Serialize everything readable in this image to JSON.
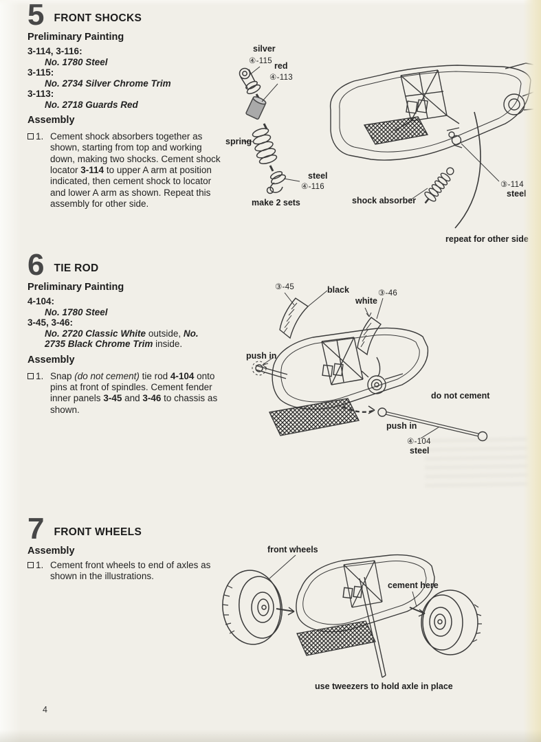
{
  "page_number": "4",
  "steps": {
    "s5": {
      "num": "5",
      "title": "FRONT SHOCKS",
      "painting_heading": "Preliminary Painting",
      "paint": [
        {
          "parts": "3-114, 3-116:",
          "color": "No. 1780 Steel"
        },
        {
          "parts": "3-115:",
          "color": "No. 2734 Silver Chrome Trim"
        },
        {
          "parts": "3-113:",
          "color": "No. 2718 Guards Red"
        }
      ],
      "assembly_heading": "Assembly",
      "assembly": {
        "marker": "1.",
        "segments": [
          {
            "t": "Cement shock absorbers together as shown, starting from top and working down, making two shocks. Cement shock locator "
          },
          {
            "t": "3-114"
          },
          {
            "t": " to upper A arm at position indicated, then cement shock to locator and lower A arm as shown. Repeat this assembly for other side."
          }
        ]
      },
      "labels": {
        "silver": "silver",
        "silver_part": "④-115",
        "red": "red",
        "red_part": "④-113",
        "spring": "spring",
        "steel": "steel",
        "steel_part": "④-116",
        "make_two": "make 2 sets",
        "locator_part": "③-114",
        "locator_material": "steel",
        "shock": "shock absorber",
        "repeat": "repeat for other side"
      }
    },
    "s6": {
      "num": "6",
      "title": "TIE ROD",
      "painting_heading": "Preliminary Painting",
      "paint": [
        {
          "parts": "4-104:",
          "color": "No. 1780 Steel"
        },
        {
          "parts": "3-45, 3-46:",
          "color_segments": [
            {
              "t": "No. 2720 Classic White"
            },
            {
              "t": " outside, "
            },
            {
              "t": "No. 2735 Black Chrome Trim"
            },
            {
              "t": " inside."
            }
          ]
        }
      ],
      "assembly_heading": "Assembly",
      "assembly": {
        "marker": "1.",
        "segments": [
          {
            "t": "Snap "
          },
          {
            "t": "(do not cement)"
          },
          {
            "t": " tie rod "
          },
          {
            "t": "4-104"
          },
          {
            "t": " onto pins at front of spindles. Cement fender inner panels "
          },
          {
            "t": "3-45"
          },
          {
            "t": " and "
          },
          {
            "t": "3-46"
          },
          {
            "t": " to chassis as shown."
          }
        ]
      },
      "labels": {
        "part45": "③-45",
        "black": "black",
        "white": "white",
        "part46": "③-46",
        "push_in_left": "push in",
        "do_not_cement": "do not cement",
        "push_in_bottom": "push in",
        "rod_part": "④-104",
        "rod_material": "steel"
      }
    },
    "s7": {
      "num": "7",
      "title": "FRONT WHEELS",
      "assembly_heading": "Assembly",
      "assembly": {
        "marker": "1.",
        "segments": [
          {
            "t": "Cement front wheels to end of axles as shown in the illustrations."
          }
        ]
      },
      "labels": {
        "front_wheels": "front wheels",
        "cement_here": "cement here",
        "tweezers": "use tweezers to hold axle in place"
      }
    }
  }
}
